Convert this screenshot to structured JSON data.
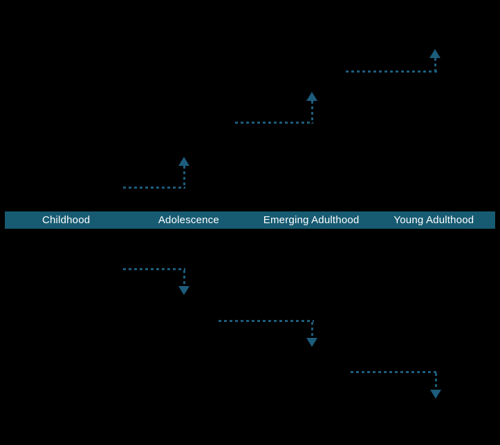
{
  "figure": {
    "band": {
      "stages": [
        {
          "label": "Childhood"
        },
        {
          "label": "Adolescence"
        },
        {
          "label": "Emerging Adulthood"
        },
        {
          "label": "Young Adulthood"
        }
      ]
    },
    "arrows": {
      "up": [
        {
          "icon": "arrow-up-icon",
          "direction": "up"
        },
        {
          "icon": "arrow-up-icon",
          "direction": "up"
        },
        {
          "icon": "arrow-up-icon",
          "direction": "up"
        }
      ],
      "down": [
        {
          "icon": "arrow-down-icon",
          "direction": "down"
        },
        {
          "icon": "arrow-down-icon",
          "direction": "down"
        },
        {
          "icon": "arrow-down-icon",
          "direction": "down"
        }
      ]
    }
  },
  "colors": {
    "background": "#000000",
    "band": "#175b72",
    "band_text": "#ffffff",
    "arrow": "#1d5d7c"
  }
}
